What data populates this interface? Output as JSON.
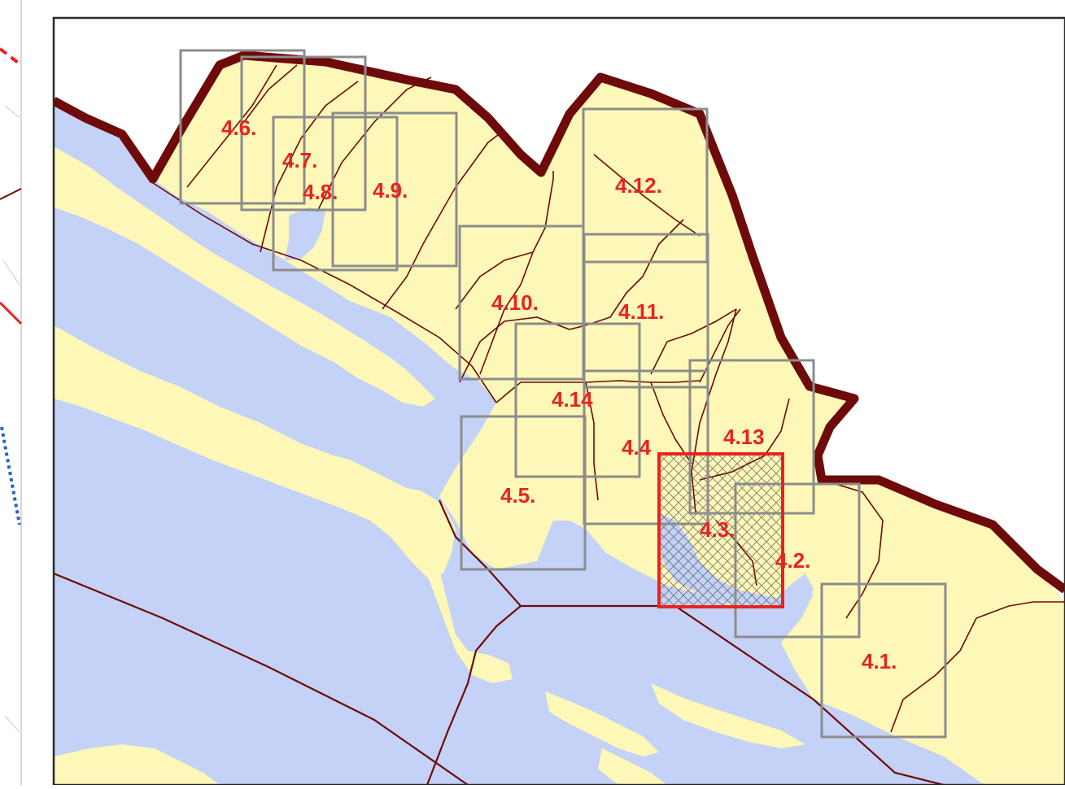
{
  "map": {
    "colors": {
      "land": "#fdf7b8",
      "water": "#c3d2f6",
      "border": "#6e0a0a",
      "grid": "#8c8c8c",
      "label": "#e8231f",
      "highlight": "#e8231f"
    },
    "sheets": [
      {
        "id": "4.1",
        "label": "4.1."
      },
      {
        "id": "4.2",
        "label": "4.2."
      },
      {
        "id": "4.3",
        "label": "4.3.",
        "highlighted": true
      },
      {
        "id": "4.4",
        "label": "4.4"
      },
      {
        "id": "4.5",
        "label": "4.5."
      },
      {
        "id": "4.6",
        "label": "4.6."
      },
      {
        "id": "4.7",
        "label": "4.7."
      },
      {
        "id": "4.8",
        "label": "4.8."
      },
      {
        "id": "4.9",
        "label": "4.9."
      },
      {
        "id": "4.10",
        "label": "4.10."
      },
      {
        "id": "4.11",
        "label": "4.11."
      },
      {
        "id": "4.12",
        "label": "4.12."
      },
      {
        "id": "4.13",
        "label": "4.13"
      },
      {
        "id": "4.14",
        "label": "4.14"
      }
    ]
  }
}
